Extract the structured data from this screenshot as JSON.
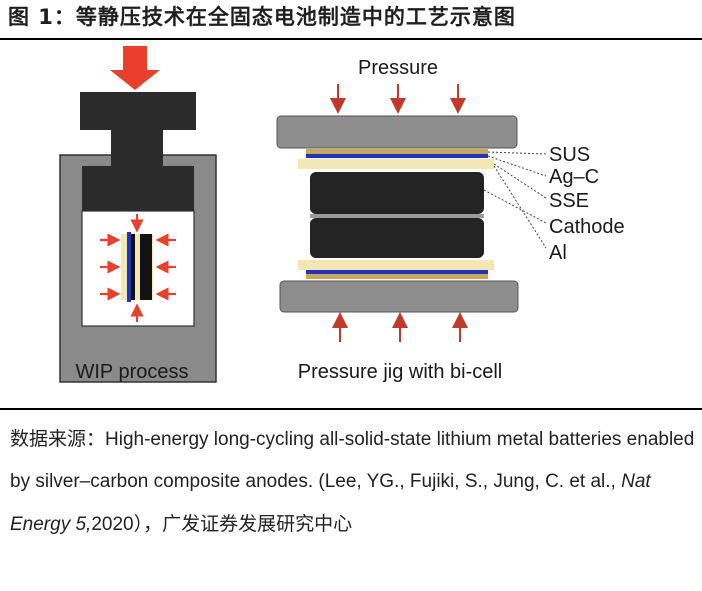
{
  "title": "图 1：等静压技术在全固态电池制造中的工艺示意图",
  "figure": {
    "left_panel": {
      "caption": "WIP process"
    },
    "right_panel": {
      "top_label": "Pressure",
      "caption": "Pressure jig with bi-cell",
      "layer_labels": [
        "SUS",
        "Ag–C",
        "SSE",
        "Cathode",
        "Al"
      ]
    },
    "colors": {
      "arrow_red": "#e8402a",
      "jig_gray": "#8e8e8e",
      "dark_block": "#2b2b2b",
      "sus_tan": "#c8a85a",
      "agc_blue": "#2233bb",
      "sse_pale": "#f3e7b3",
      "electrode_black": "#121212"
    }
  },
  "source": {
    "label": "数据来源：",
    "text": "High-energy long-cycling all-solid-state lithium metal batteries enabled by silver–carbon composite anodes. (Lee, YG., Fujiki, S., Jung, C. et al., ",
    "journal": "Nat Energy 5,",
    "year": "2020",
    "suffix": "），广发证券发展研究中心"
  }
}
